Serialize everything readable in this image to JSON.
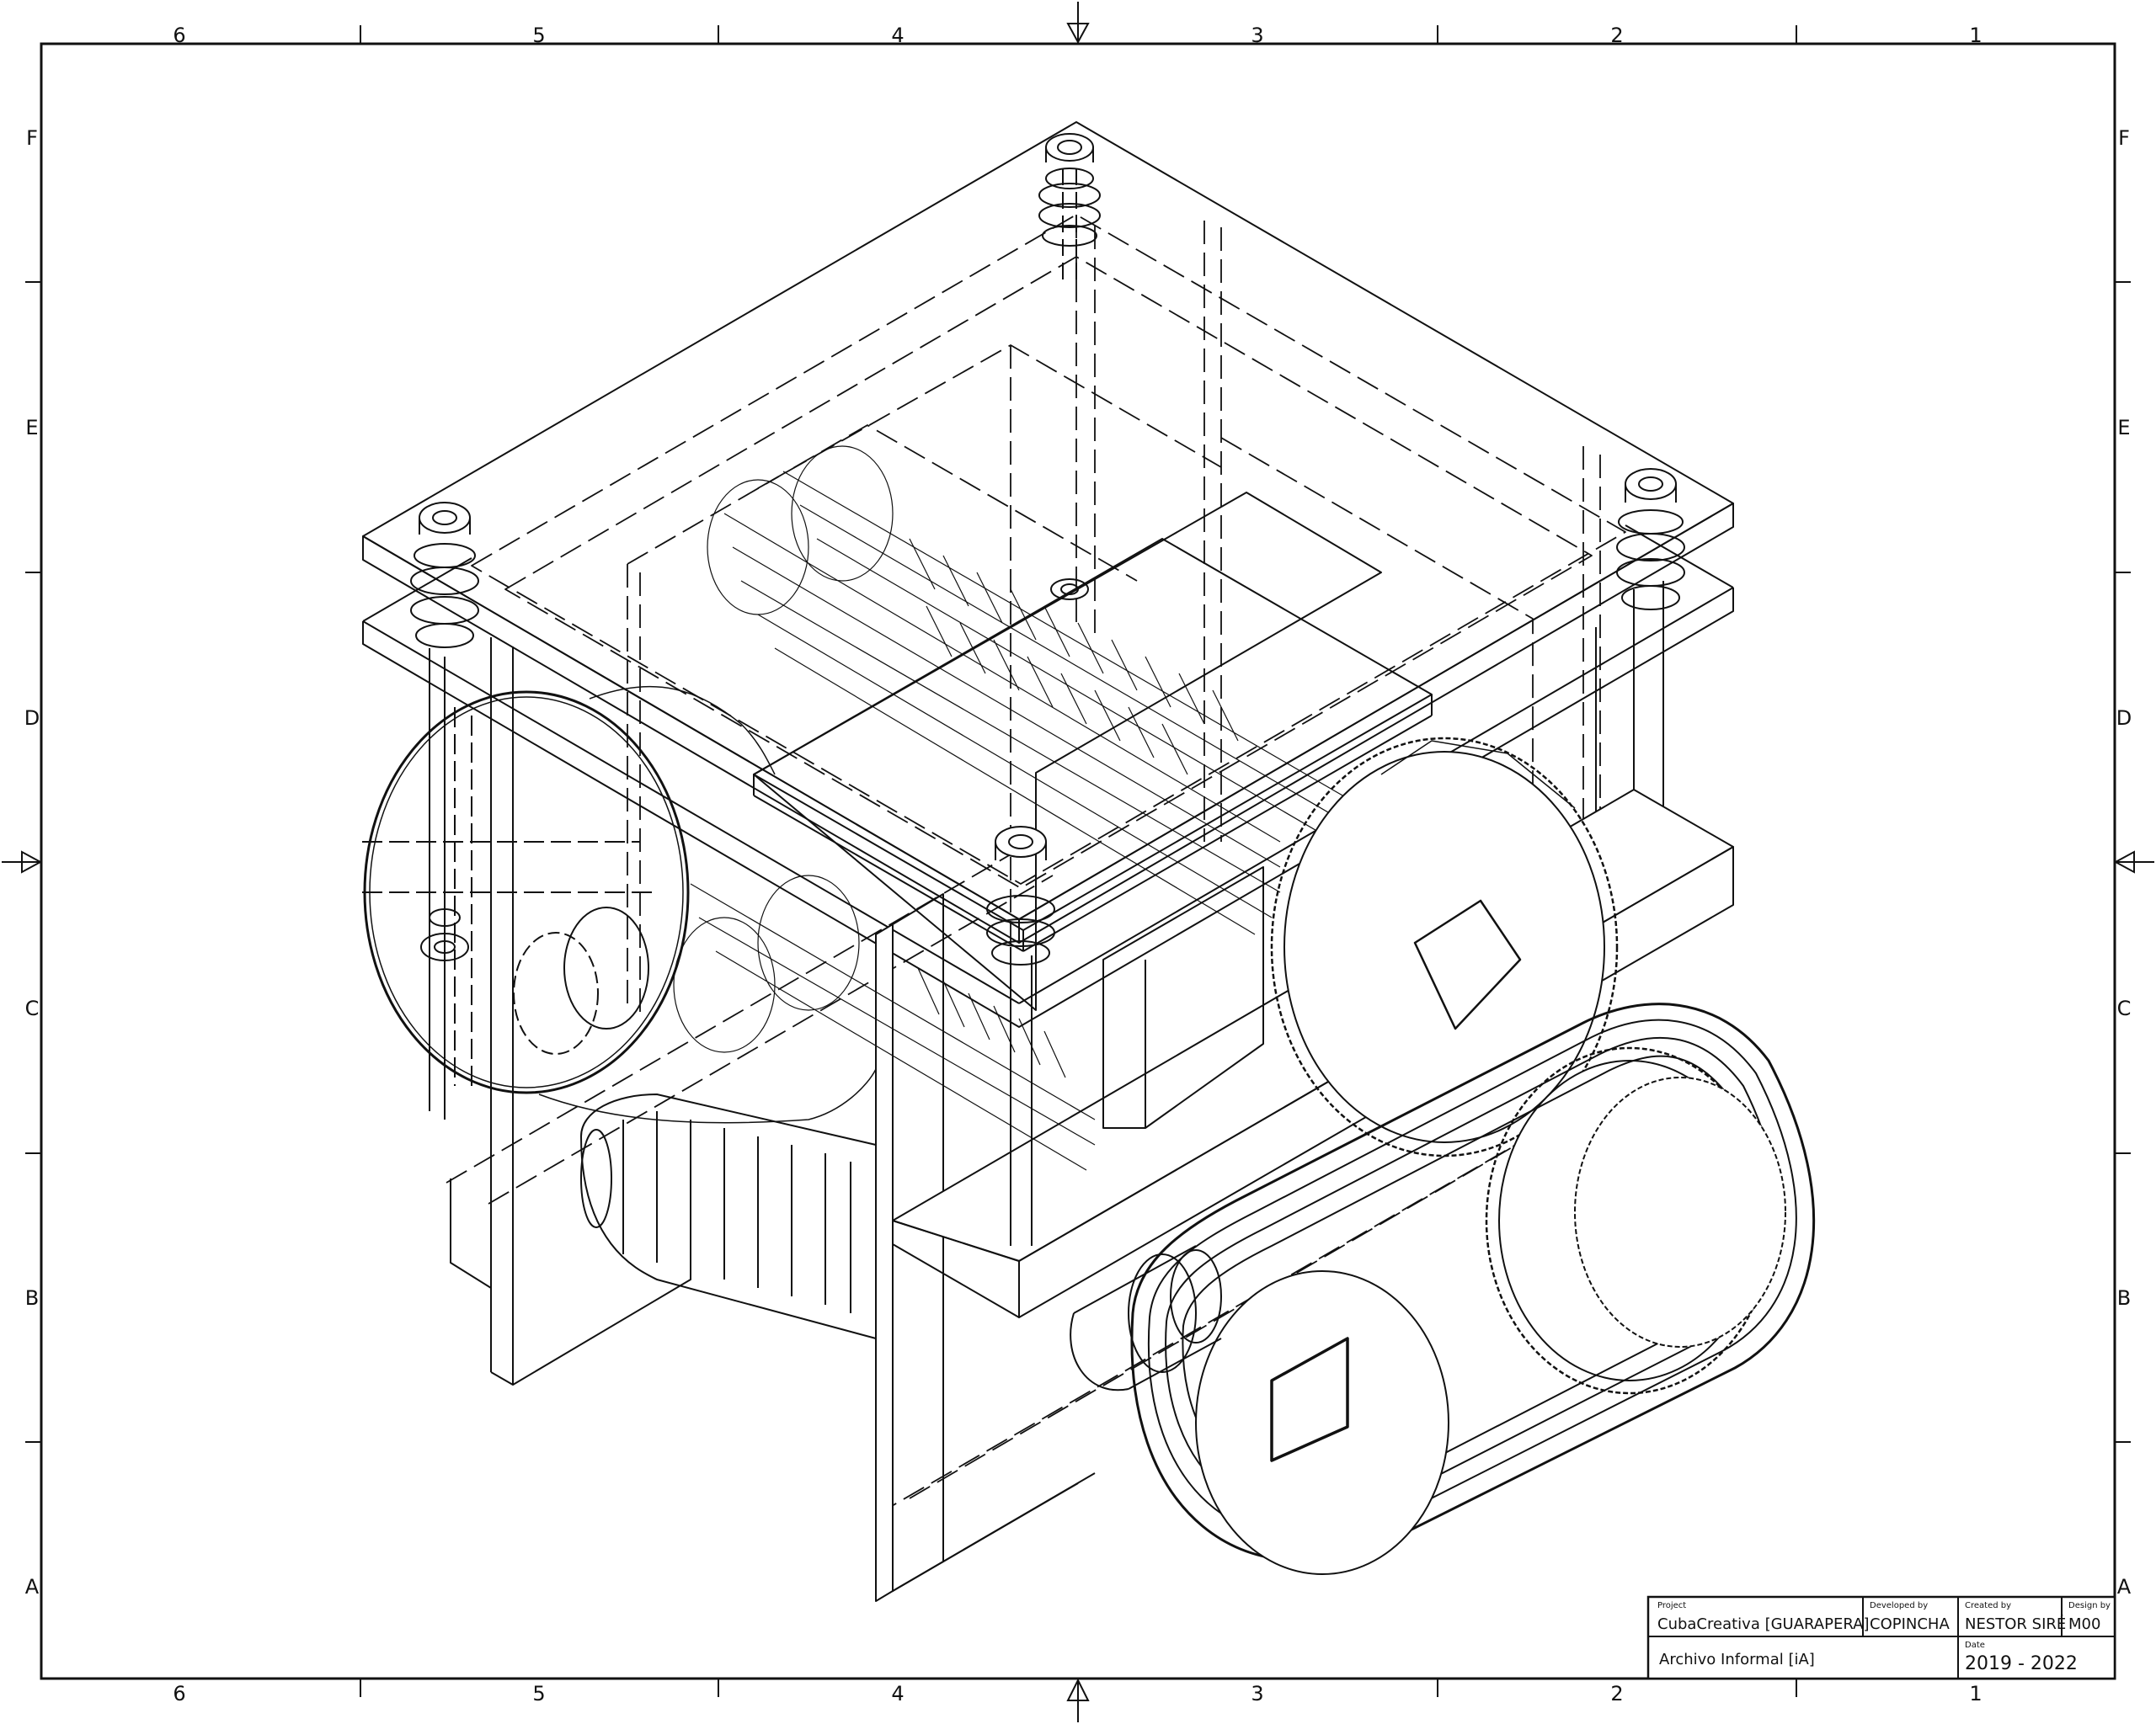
{
  "sheet": {
    "column_labels": [
      "6",
      "5",
      "4",
      "3",
      "2",
      "1"
    ],
    "row_labels": [
      "F",
      "E",
      "D",
      "C",
      "B",
      "A"
    ]
  },
  "title_block": {
    "project_caption": "Project",
    "project_value": "CubaCreativa [GUARAPERA]",
    "developed_caption": "Developed by",
    "developed_value": "COPINCHA",
    "created_caption": "Created by",
    "created_value": "NESTOR SIRÉ",
    "design_caption": "Design by",
    "design_value": "M00",
    "archive_value": "Archivo Informal [iA]",
    "date_caption": "Date",
    "date_value": "2019 - 2022"
  }
}
